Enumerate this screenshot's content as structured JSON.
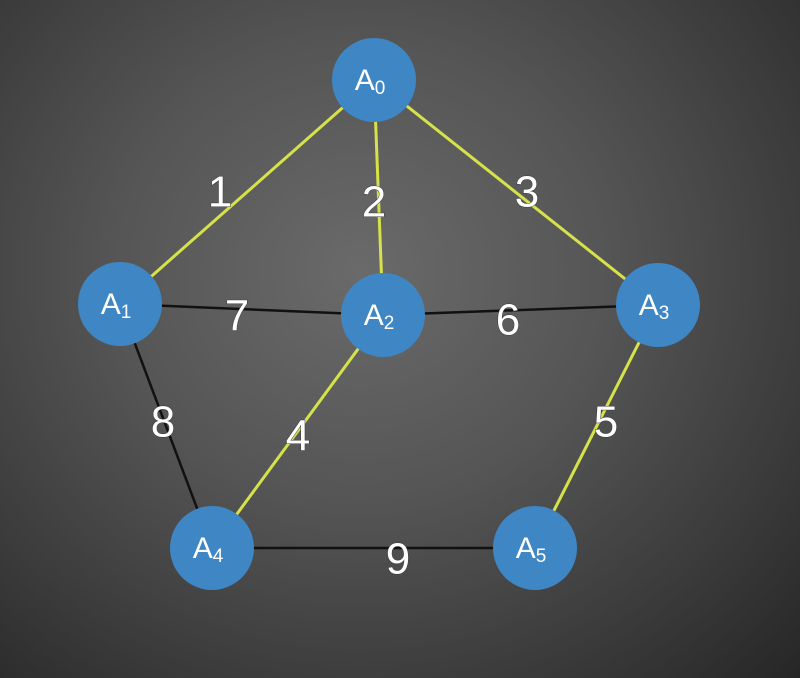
{
  "colors": {
    "node_fill": "#3f86c4",
    "highlight_edge": "#d6e24a",
    "normal_edge": "#111111",
    "text": "#ffffff"
  },
  "nodes": [
    {
      "id": "A0",
      "base": "A",
      "sub": "0"
    },
    {
      "id": "A1",
      "base": "A",
      "sub": "1"
    },
    {
      "id": "A2",
      "base": "A",
      "sub": "2"
    },
    {
      "id": "A3",
      "base": "A",
      "sub": "3"
    },
    {
      "id": "A4",
      "base": "A",
      "sub": "4"
    },
    {
      "id": "A5",
      "base": "A",
      "sub": "5"
    }
  ],
  "edges": [
    {
      "from": "A0",
      "to": "A1",
      "weight": "1",
      "highlighted": true
    },
    {
      "from": "A0",
      "to": "A2",
      "weight": "2",
      "highlighted": true
    },
    {
      "from": "A0",
      "to": "A3",
      "weight": "3",
      "highlighted": true
    },
    {
      "from": "A1",
      "to": "A2",
      "weight": "7",
      "highlighted": false
    },
    {
      "from": "A2",
      "to": "A3",
      "weight": "6",
      "highlighted": false
    },
    {
      "from": "A1",
      "to": "A4",
      "weight": "8",
      "highlighted": false
    },
    {
      "from": "A2",
      "to": "A4",
      "weight": "4",
      "highlighted": true
    },
    {
      "from": "A3",
      "to": "A5",
      "weight": "5",
      "highlighted": true
    },
    {
      "from": "A4",
      "to": "A5",
      "weight": "9",
      "highlighted": false
    }
  ]
}
